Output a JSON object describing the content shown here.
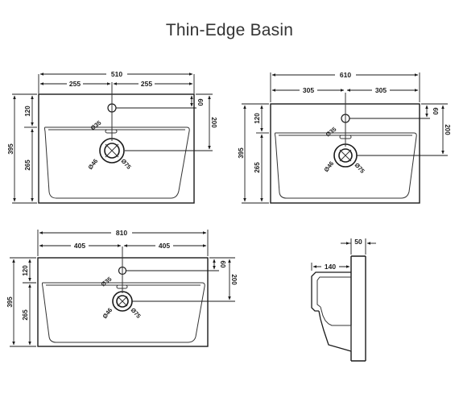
{
  "title": "Thin-Edge Basin",
  "basin_small": {
    "width": "510",
    "half_left": "255",
    "half_right": "255",
    "depth": "395",
    "depth_back": "120",
    "depth_front": "265",
    "tap_offset": "60",
    "waste_offset": "200",
    "tap_hole": "Ø35",
    "waste_inner": "Ø46",
    "waste_outer": "Ø75"
  },
  "basin_medium": {
    "width": "610",
    "half_left": "305",
    "half_right": "305",
    "depth": "395",
    "depth_back": "120",
    "depth_front": "265",
    "tap_offset": "60",
    "waste_offset": "200",
    "tap_hole": "Ø35",
    "waste_inner": "Ø46",
    "waste_outer": "Ø75"
  },
  "basin_large": {
    "width": "810",
    "half_left": "405",
    "half_right": "405",
    "depth": "395",
    "depth_back": "120",
    "depth_front": "265",
    "tap_offset": "60",
    "waste_offset": "200",
    "tap_hole": "Ø35",
    "waste_inner": "Ø46",
    "waste_outer": "Ø75"
  },
  "side_view": {
    "rim_thickness": "50",
    "projection": "140"
  }
}
